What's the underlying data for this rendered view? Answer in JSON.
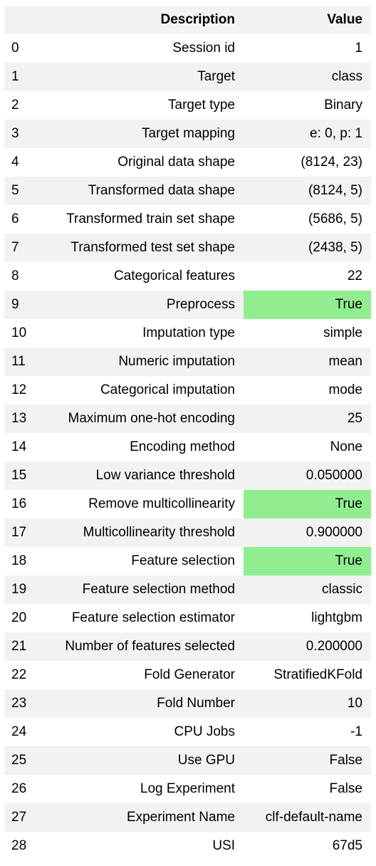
{
  "header": {
    "index_label": "",
    "description_label": "Description",
    "value_label": "Value"
  },
  "highlight_color": "#90ee90",
  "stripe_color": "#f2f2f2",
  "rows": [
    {
      "index": "0",
      "description": "Session id",
      "value": "1",
      "highlight": false
    },
    {
      "index": "1",
      "description": "Target",
      "value": "class",
      "highlight": false
    },
    {
      "index": "2",
      "description": "Target type",
      "value": "Binary",
      "highlight": false
    },
    {
      "index": "3",
      "description": "Target mapping",
      "value": "e: 0, p: 1",
      "highlight": false
    },
    {
      "index": "4",
      "description": "Original data shape",
      "value": "(8124, 23)",
      "highlight": false
    },
    {
      "index": "5",
      "description": "Transformed data shape",
      "value": "(8124, 5)",
      "highlight": false
    },
    {
      "index": "6",
      "description": "Transformed train set shape",
      "value": "(5686, 5)",
      "highlight": false
    },
    {
      "index": "7",
      "description": "Transformed test set shape",
      "value": "(2438, 5)",
      "highlight": false
    },
    {
      "index": "8",
      "description": "Categorical features",
      "value": "22",
      "highlight": false
    },
    {
      "index": "9",
      "description": "Preprocess",
      "value": "True",
      "highlight": true
    },
    {
      "index": "10",
      "description": "Imputation type",
      "value": "simple",
      "highlight": false
    },
    {
      "index": "11",
      "description": "Numeric imputation",
      "value": "mean",
      "highlight": false
    },
    {
      "index": "12",
      "description": "Categorical imputation",
      "value": "mode",
      "highlight": false
    },
    {
      "index": "13",
      "description": "Maximum one-hot encoding",
      "value": "25",
      "highlight": false
    },
    {
      "index": "14",
      "description": "Encoding method",
      "value": "None",
      "highlight": false
    },
    {
      "index": "15",
      "description": "Low variance threshold",
      "value": "0.050000",
      "highlight": false
    },
    {
      "index": "16",
      "description": "Remove multicollinearity",
      "value": "True",
      "highlight": true
    },
    {
      "index": "17",
      "description": "Multicollinearity threshold",
      "value": "0.900000",
      "highlight": false
    },
    {
      "index": "18",
      "description": "Feature selection",
      "value": "True",
      "highlight": true
    },
    {
      "index": "19",
      "description": "Feature selection method",
      "value": "classic",
      "highlight": false
    },
    {
      "index": "20",
      "description": "Feature selection estimator",
      "value": "lightgbm",
      "highlight": false
    },
    {
      "index": "21",
      "description": "Number of features selected",
      "value": "0.200000",
      "highlight": false
    },
    {
      "index": "22",
      "description": "Fold Generator",
      "value": "StratifiedKFold",
      "highlight": false
    },
    {
      "index": "23",
      "description": "Fold Number",
      "value": "10",
      "highlight": false
    },
    {
      "index": "24",
      "description": "CPU Jobs",
      "value": "-1",
      "highlight": false
    },
    {
      "index": "25",
      "description": "Use GPU",
      "value": "False",
      "highlight": false
    },
    {
      "index": "26",
      "description": "Log Experiment",
      "value": "False",
      "highlight": false
    },
    {
      "index": "27",
      "description": "Experiment Name",
      "value": "clf-default-name",
      "highlight": false
    },
    {
      "index": "28",
      "description": "USI",
      "value": "67d5",
      "highlight": false
    }
  ]
}
